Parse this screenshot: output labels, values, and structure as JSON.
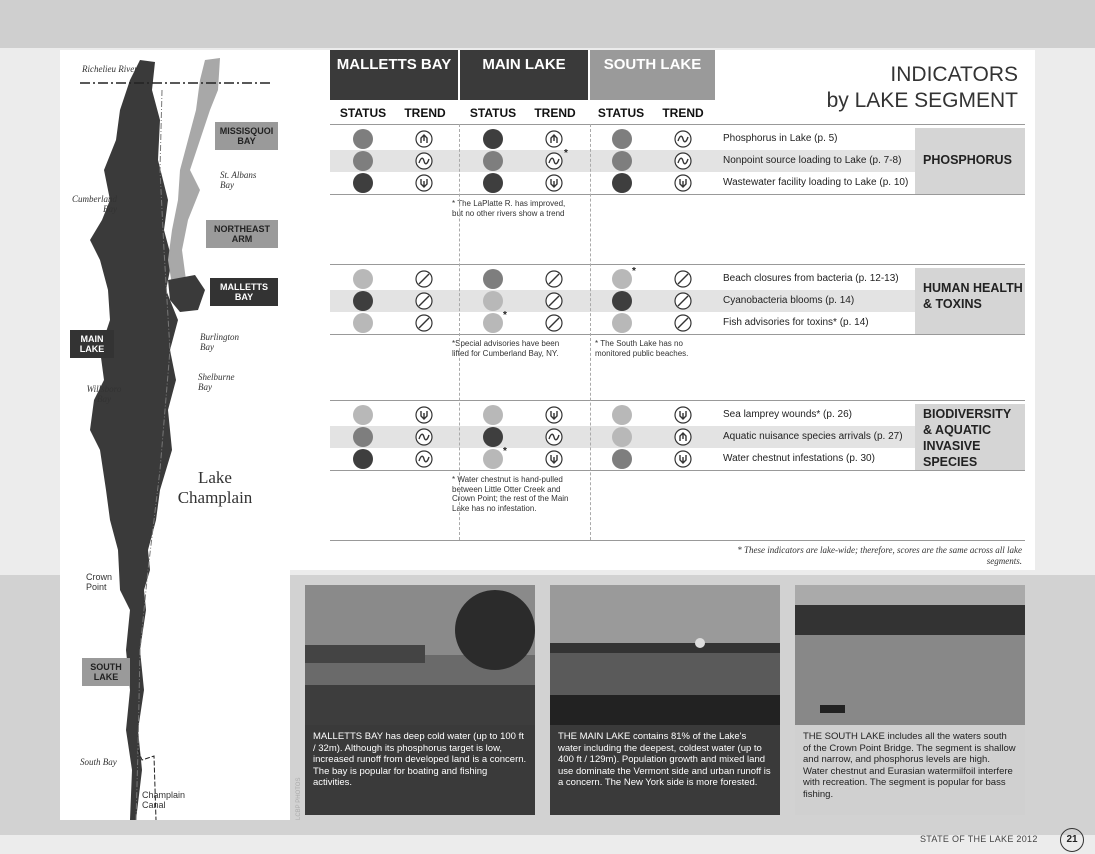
{
  "page": {
    "footer": "STATE OF THE LAKE 2012",
    "page_number": "21"
  },
  "map": {
    "place_labels": {
      "richelieu": "Richelieu River",
      "st_albans": "St. Albans Bay",
      "cumberland": "Cumberland Bay",
      "burlington": "Burlington Bay",
      "shelburne": "Shelburne Bay",
      "willsboro": "Willsboro Bay",
      "crown_point": "Crown Point",
      "south_bay": "South Bay",
      "canal": "Champlain Canal"
    },
    "segment_labels": {
      "missisquoi": "MISSISQUOI BAY",
      "northeast": "NORTHEAST ARM",
      "malletts": "MALLETTS BAY",
      "main": "MAIN LAKE",
      "south": "SOUTH LAKE"
    },
    "lake_name": "Lake Champlain"
  },
  "table": {
    "title_line1": "INDICATORS",
    "title_line2": "by LAKE SEGMENT",
    "segments": [
      {
        "name": "MALLETTS BAY",
        "color": "#3a3a3a"
      },
      {
        "name": "MAIN LAKE",
        "color": "#3a3a3a"
      },
      {
        "name": "SOUTH LAKE",
        "color": "#9a9a9a"
      }
    ],
    "col_status": "STATUS",
    "col_trend": "TREND",
    "groups": [
      {
        "category": "PHOSPHORUS",
        "rows": [
          {
            "indicator": "Phosphorus in Lake (p. 5)"
          },
          {
            "indicator": "Nonpoint source loading to Lake (p. 7-8)"
          },
          {
            "indicator": "Wastewater facility loading to Lake (p. 10)"
          }
        ],
        "note_main": "* The LaPlatte R. has improved, but no other rivers show a trend",
        "note_south": ""
      },
      {
        "category": "HUMAN HEALTH & TOXINS",
        "rows": [
          {
            "indicator": "Beach closures from bacteria (p. 12-13)"
          },
          {
            "indicator": "Cyanobacteria blooms (p. 14)"
          },
          {
            "indicator": "Fish advisories for toxins* (p. 14)"
          }
        ],
        "note_main": "*Special advisories have been lifted for Cumberland Bay, NY.",
        "note_south": "* The South Lake has no monitored public beaches."
      },
      {
        "category": "BIODIVERSITY & AQUATIC INVASIVE SPECIES",
        "rows": [
          {
            "indicator": "Sea lamprey wounds* (p. 26)"
          },
          {
            "indicator": "Aquatic nuisance species arrivals (p. 27)"
          },
          {
            "indicator": "Water chestnut infestations (p. 30)"
          }
        ],
        "note_main": "* Water chestnut is hand-pulled between Little Otter Creek and Crown Point; the rest of the Main Lake has no infestation.",
        "note_south": ""
      }
    ],
    "asterisk": "*",
    "footnote": "* These indicators are lake-wide; therefore, scores are the same across all lake segments."
  },
  "photos": {
    "credit": "LCBP PHOTOS",
    "captions": [
      "MALLETTS BAY has deep cold water (up to 100 ft / 32m). Although its phosphorus target is low, increased runoff from developed land is a concern. The bay is popular for boating and fishing activities.",
      "THE MAIN LAKE contains 81% of the Lake's water including the deepest, coldest water (up to 400 ft / 129m). Population growth and mixed land use dominate the Vermont side and urban runoff is a concern. The New York side is more forested.",
      "THE SOUTH LAKE includes all the waters south of the Crown Point Bridge. The segment is shallow and narrow, and phosphorus levels are high. Water chestnut and Eurasian watermilfoil interfere with recreation. The segment is popular for bass fishing."
    ]
  }
}
